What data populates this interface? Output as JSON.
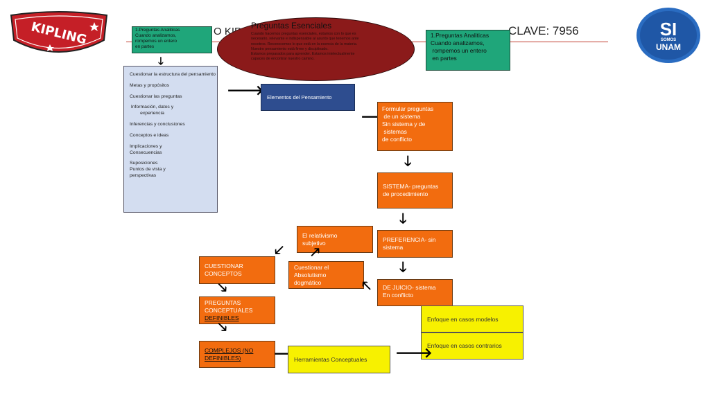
{
  "header": {
    "title_fragment": "O KIP",
    "clave": "CLAVE: 7956",
    "rule_color": "#c0392b"
  },
  "logos": {
    "kipling_text": "KIPLING",
    "unam_si": "SI",
    "unam_somos": "SOMOS",
    "unam_unam": "UNAM"
  },
  "ellipse": {
    "title": "Preguntas Esenciales",
    "lines": [
      "Cuando hacemos preguntas esenciales, estamos con lo que es",
      "necesario, relevante e indispensable al asunto que tenemos ante",
      "nosotros. Reconocemos lo que está en la esencia de la materia.",
      "Nuestro pensamiento está firme y disciplinado.",
      "Estamos preparados para aprender. Estamos intelectualmente",
      "capaces de encontrar nuestro camino."
    ],
    "color": "#8b1a1a"
  },
  "green_small": {
    "lines": [
      "1.Preguntas Analiticas",
      "Cuando analizamos,",
      "rompemos un entero",
      "en partes"
    ]
  },
  "green_right": {
    "lines": [
      "1.Preguntas Analiticas",
      "Cuando analizamos,",
      " rompemos un entero",
      " en partes"
    ]
  },
  "elements_list": {
    "lines": [
      "Cuestionar la estructura del pensamiento",
      "Metas y propósitos",
      "Cuestionar las preguntas",
      " Información, datos y\n        experiencia",
      "Inferencias y conclusiones",
      "Conceptos e ideas",
      "Implicaciones y\nConsecuencias",
      "Suposiciones\nPuntos de vista y\nperspectivas"
    ]
  },
  "boxes": {
    "elementos": "Elementos del Pensamiento",
    "formular": [
      "Formular preguntas",
      " de un sistema",
      "Sin sistema y de",
      " sistemas",
      "de conflicto"
    ],
    "sistema": [
      "SISTEMA- preguntas",
      "de procedimiento"
    ],
    "preferencia": [
      "PREFERENCIA- sin",
      "sistema"
    ],
    "relativismo": [
      "El relativismo",
      "subjetivo"
    ],
    "juicio": [
      "DE JUICIO- sistema",
      "En conflicto"
    ],
    "absolutismo": [
      "Cuestionar el",
      "Absolutismo",
      "dogmático"
    ],
    "cuestionar_conceptos": [
      "CUESTIONAR",
      "CONCEPTOS"
    ],
    "preguntas_conceptuales": [
      "PREGUNTAS",
      "CONCEPTUALES",
      "DEFINIBLES"
    ],
    "complejos": [
      "COMPLEJOS (NO",
      "DEFINIBLES)"
    ],
    "herramientas": "Herramientas Conceptuales",
    "enfoque_modelos": "Enfoque en casos modelos",
    "enfoque_contrarios": "Enfoque en casos contrarios"
  }
}
